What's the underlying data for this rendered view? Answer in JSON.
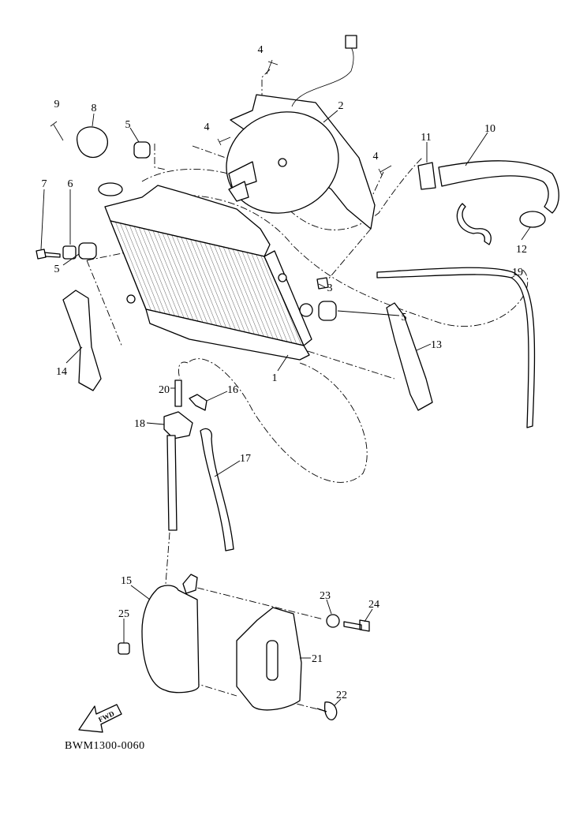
{
  "diagram": {
    "callouts": [
      "1",
      "2",
      "3",
      "4",
      "4",
      "4",
      "5",
      "5",
      "5",
      "6",
      "7",
      "8",
      "9",
      "10",
      "11",
      "12",
      "13",
      "14",
      "15",
      "16",
      "17",
      "18",
      "19",
      "20",
      "21",
      "22",
      "23",
      "24",
      "25"
    ],
    "fwd_label": "FWD",
    "diagram_code": "BWM1300-0060"
  },
  "colors": {
    "line": "#000000",
    "background": "#ffffff"
  }
}
